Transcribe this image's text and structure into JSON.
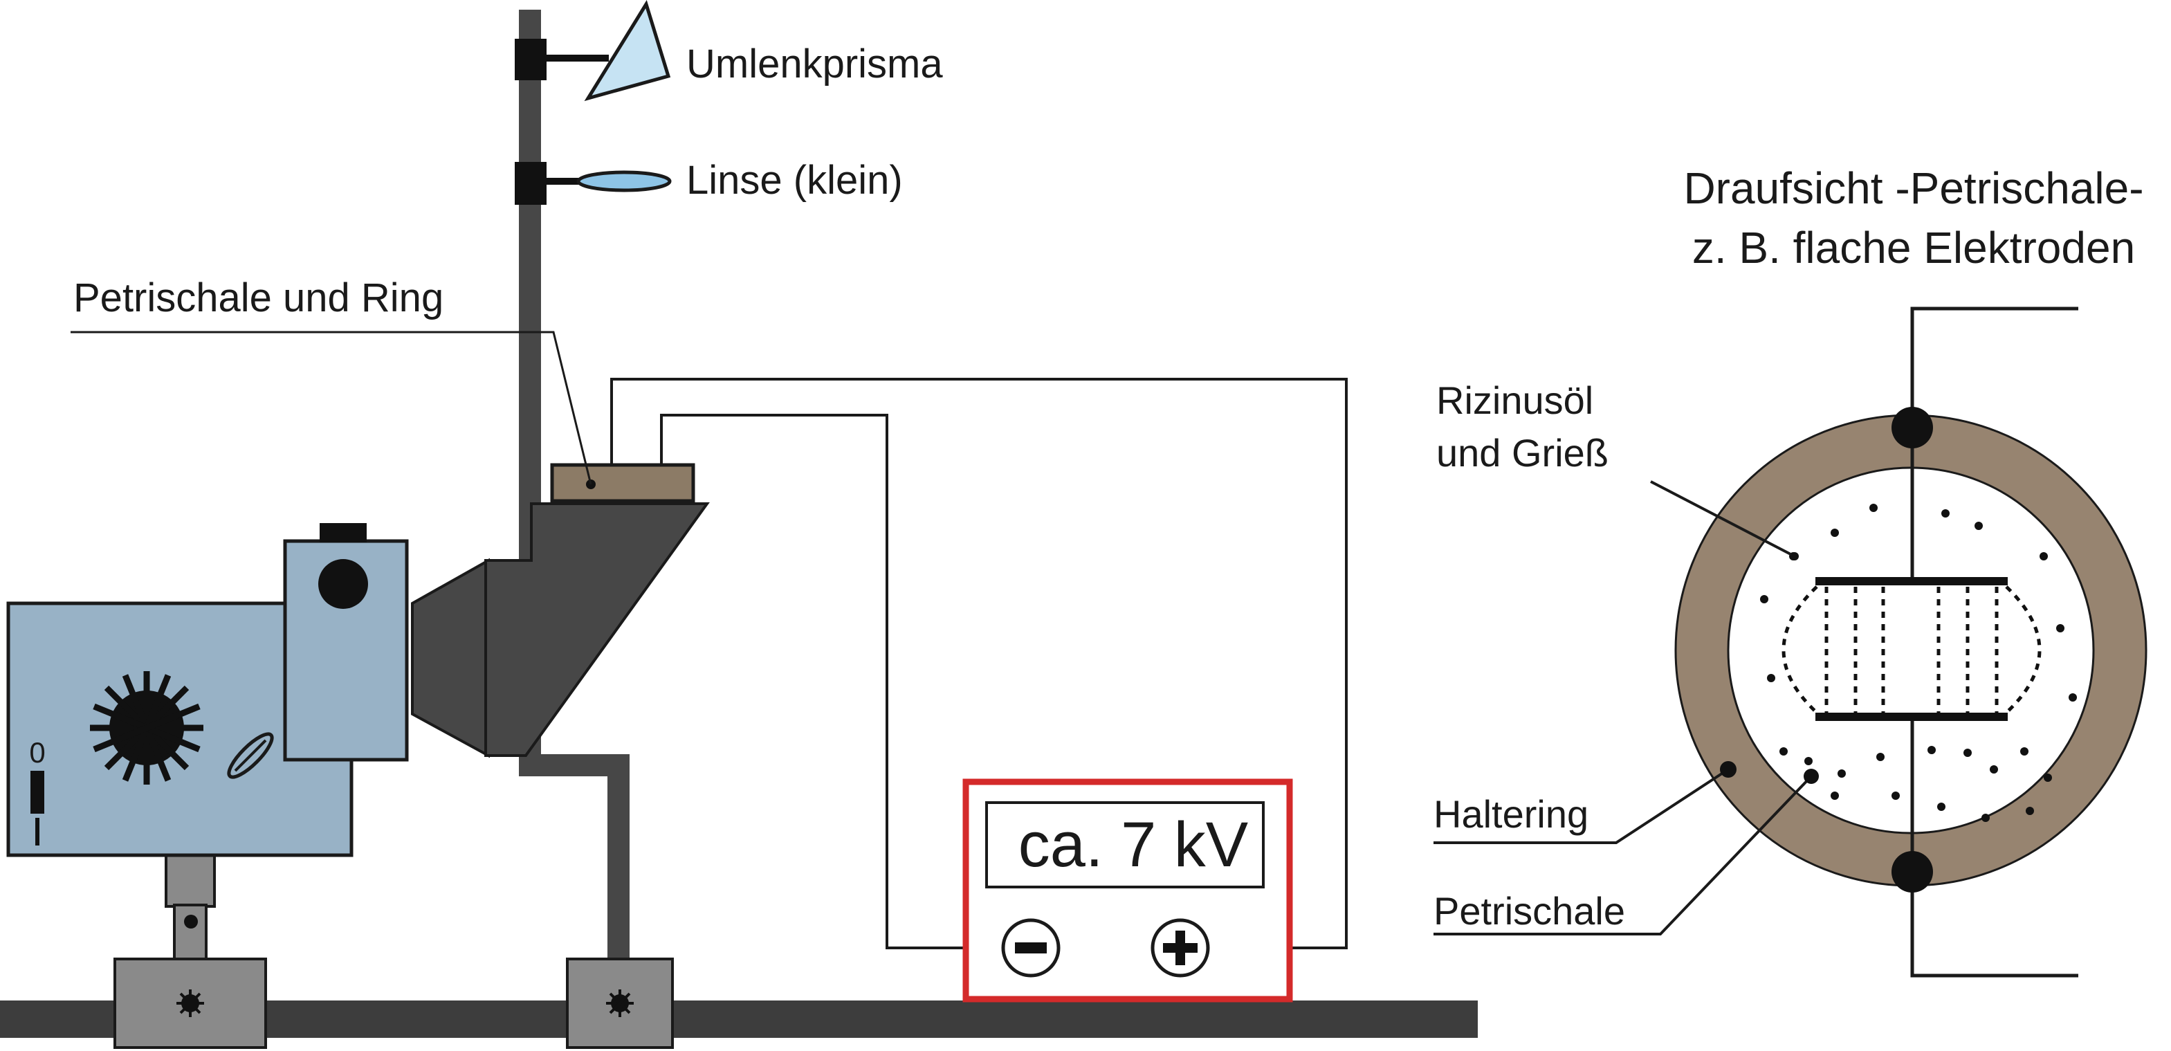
{
  "labels": {
    "prism": "Umlenkprisma",
    "lens": "Linse (klein)",
    "petri_ring": "Petrischale und Ring",
    "topview_title_line1": "Draufsicht -Petrischale-",
    "topview_title_line2": "z. B. flache Elektroden",
    "castor_line1": "Rizinusöl",
    "castor_line2": "und Grieß",
    "holder_ring": "Haltering",
    "petri_dish": "Petrischale",
    "voltage": "ca. 7 kV",
    "switch_on": "0",
    "minus": "−",
    "plus": "+"
  },
  "colors": {
    "projector_body": "#98b2c6",
    "rail": "#3d3d3d",
    "mount": "#888888",
    "dark_part": "#474747",
    "petri_brown": "#8c7b66",
    "ring_brown": "#978470",
    "psu_border": "#d42a2a",
    "prism_fill": "#c6e3f3",
    "lens_fill": "#8ec4e6"
  }
}
